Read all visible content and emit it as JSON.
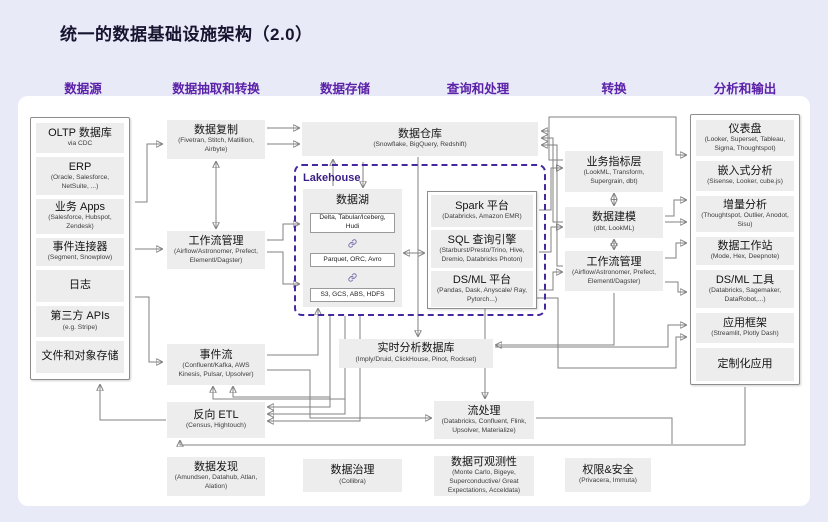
{
  "title": "统一的数据基础设施架构（2.0）",
  "columns": [
    "数据源",
    "数据抽取和转换",
    "数据存储",
    "查询和处理",
    "转换",
    "分析和输出"
  ],
  "colors": {
    "accent": "#5b21a8",
    "lakehouse_border": "#4527a0",
    "node_bg": "#ededed",
    "wire": "#828282",
    "background": "#e9eaf8"
  },
  "icons": {
    "layer_link": "link-icon"
  },
  "sources": {
    "items": [
      {
        "title": "OLTP 数据库",
        "sub": "via CDC"
      },
      {
        "title": "ERP",
        "sub": "(Oracle, Salesforce, NetSuite, ...)"
      },
      {
        "title": "业务 Apps",
        "sub": "(Salesforce, Hubspot, Zendesk)"
      },
      {
        "title": "事件连接器",
        "sub": "(Segment, Snowplow)"
      },
      {
        "title": "日志",
        "sub": ""
      },
      {
        "title": "第三方 APIs",
        "sub": "(e.g. Stripe)"
      },
      {
        "title": "文件和对象存储",
        "sub": ""
      }
    ]
  },
  "ingest": {
    "data_replication": {
      "title": "数据复制",
      "sub": "(Fivetran, Stitch, Matillion, Airbyte)"
    },
    "workflow": {
      "title": "工作流管理",
      "sub": "(Airflow/Astronomer, Prefect, Elementl/Dagster)"
    },
    "event_stream": {
      "title": "事件流",
      "sub": "(Confluent/Kafka, AWS Kinesis, Pulsar, Upsolver)"
    },
    "reverse_etl": {
      "title": "反向 ETL",
      "sub": "(Census, Hightouch)"
    }
  },
  "storage": {
    "warehouse": {
      "title": "数据仓库",
      "sub": "(Snowflake, BigQuery, Redshift)"
    },
    "lakehouse_label": "Lakehouse",
    "data_lake": {
      "title": "数据湖",
      "layers": [
        "Delta, Tabular/Iceberg, Hudi",
        "Parquet, ORC, Avro",
        "S3, GCS, ABS, HDFS"
      ]
    }
  },
  "query": {
    "spark": {
      "title": "Spark 平台",
      "sub": "(Databricks, Amazon EMR)"
    },
    "sql": {
      "title": "SQL 查询引擎",
      "sub": "(Starburst/Presto/Trino, Hive, Dremio, Databricks Photon)"
    },
    "dsml": {
      "title": "DS/ML 平台",
      "sub": "(Pandas, Dask, Anyscale/ Ray, Pytorch...)"
    },
    "realtime": {
      "title": "实时分析数据库",
      "sub": "(Imply/Druid, ClickHouse, Pinot, Rockset)"
    },
    "stream": {
      "title": "流处理",
      "sub": "(Databricks, Confluent, Flink, Upsolver, Materialize)"
    }
  },
  "transform": {
    "metrics": {
      "title": "业务指标层",
      "sub": "(LookML, Transform, Supergrain, dbt)"
    },
    "modeling": {
      "title": "数据建模",
      "sub": "(dbt, LookML)"
    },
    "workflow": {
      "title": "工作流管理",
      "sub": "(Airflow/Astronomer, Prefect, Elementl/Dagster)"
    }
  },
  "output": {
    "items": [
      {
        "title": "仪表盘",
        "sub": "(Looker, Superset, Tableau, Sigma, Thoughtspot)"
      },
      {
        "title": "嵌入式分析",
        "sub": "(Sisense, Looker, cube.js)"
      },
      {
        "title": "增量分析",
        "sub": "(Thoughtspot, Outlier, Anodot, Sisu)"
      },
      {
        "title": "数据工作站",
        "sub": "(Mode, Hex, Deepnote)"
      },
      {
        "title": "DS/ML 工具",
        "sub": "(Databricks, Sagemaker, DataRobot,...)"
      },
      {
        "title": "应用框架",
        "sub": "(Streamlit, Plotly Dash)"
      },
      {
        "title": "定制化应用",
        "sub": ""
      }
    ]
  },
  "bottom": {
    "discovery": {
      "title": "数据发现",
      "sub": "(Amundsen, Datahub, Atlan, Alation)"
    },
    "governance": {
      "title": "数据治理",
      "sub": "(Collibra)"
    },
    "observability": {
      "title": "数据可观测性",
      "sub": "(Monte Carlo, Bigeye, Superconductive/ Great Expectations, Acceldata)"
    },
    "security": {
      "title": "权限&安全",
      "sub": "(Privacera, Immuta)"
    }
  }
}
